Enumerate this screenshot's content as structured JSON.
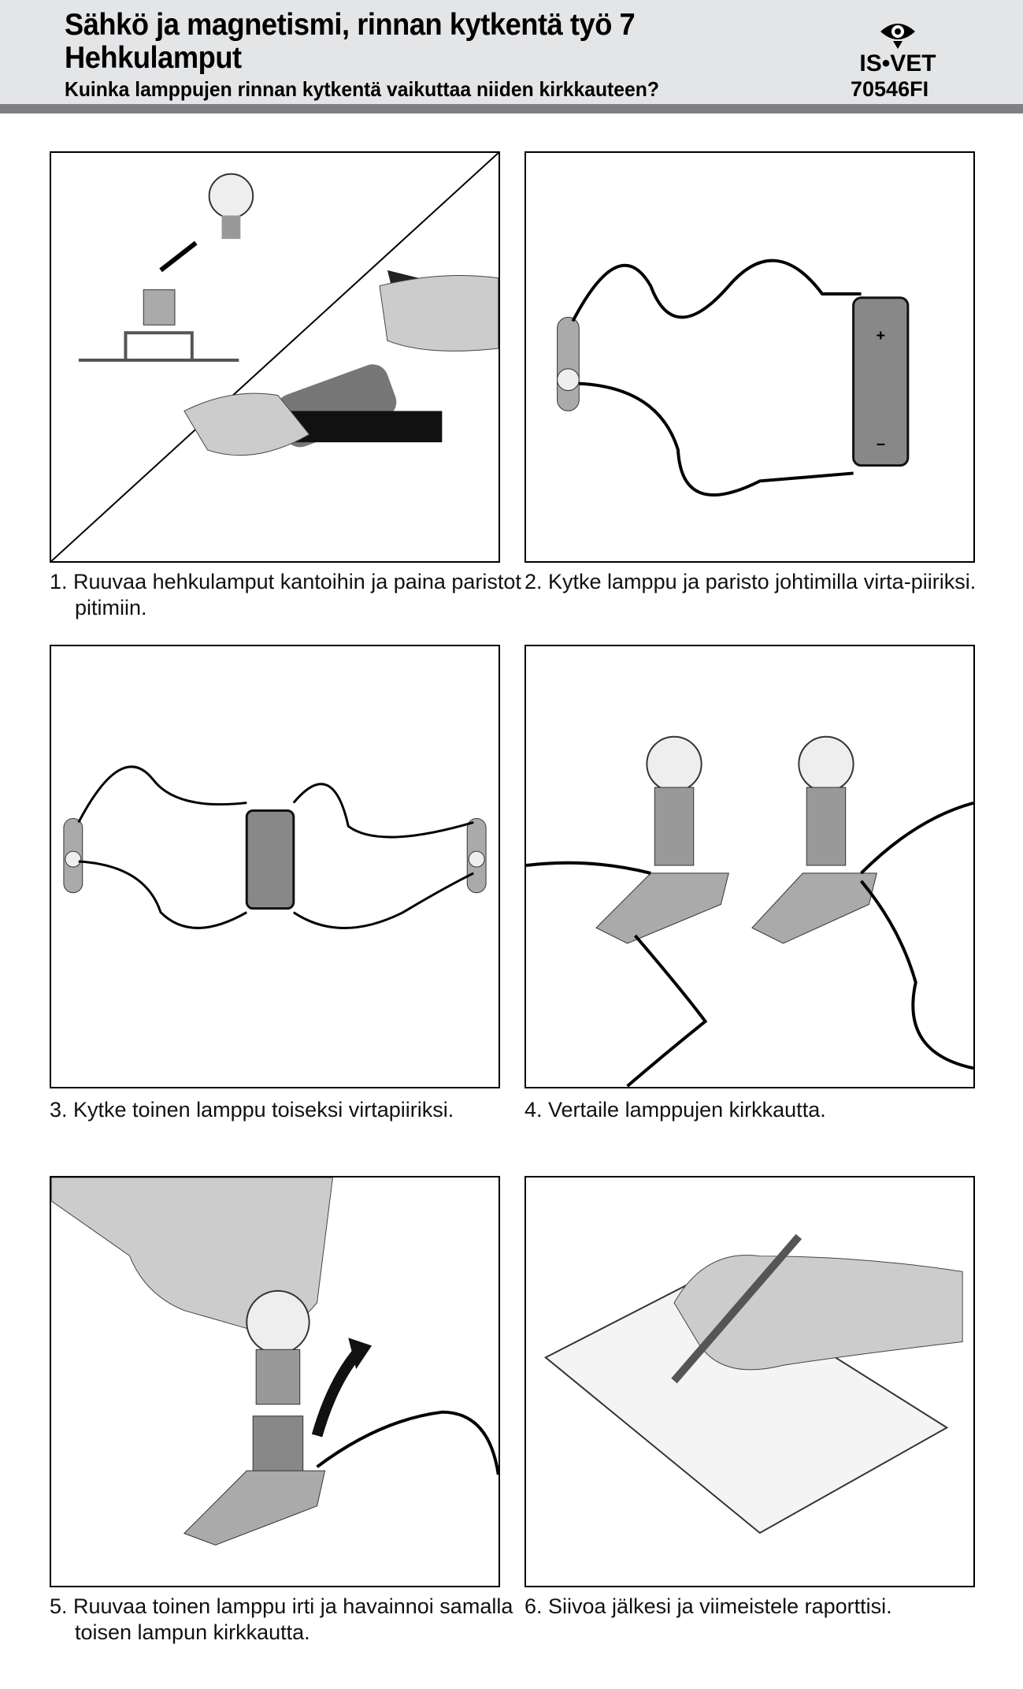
{
  "header": {
    "title_line1": "Sähkö ja magnetismi, rinnan kytkentä työ 7",
    "title_line2": "Hehkulamput",
    "subtitle": "Kuinka lamppujen rinnan kytkentä vaikuttaa niiden kirkkauteen?",
    "logo_text": "IS•VET",
    "code": "70546FI"
  },
  "steps": [
    {
      "caption": "1. Ruuvaa hehkulamput kantoihin ja paina paristot pitimiin."
    },
    {
      "caption": "2. Kytke lamppu ja paristo johtimilla virta-piiriksi."
    },
    {
      "caption": "3. Kytke toinen lamppu toiseksi virtapiiriksi."
    },
    {
      "caption": "4. Vertaile lamppujen kirkkautta."
    },
    {
      "caption": "5. Ruuvaa toinen lamppu irti ja havainnoi samalla toisen lampun kirkkautta."
    },
    {
      "caption": "6. Siivoa jälkesi ja viimeistele raporttisi."
    }
  ]
}
